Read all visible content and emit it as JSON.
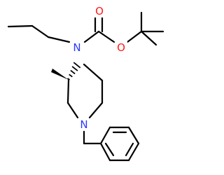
{
  "colors": {
    "background": "#ffffff",
    "bond": "#000000",
    "nitrogen": "#2a3aff",
    "oxygen": "#ff1a1a"
  },
  "atoms": {
    "n_carbamate": "N",
    "o_carbonyl": "O",
    "o_ester": "O",
    "n_ring": "N"
  }
}
